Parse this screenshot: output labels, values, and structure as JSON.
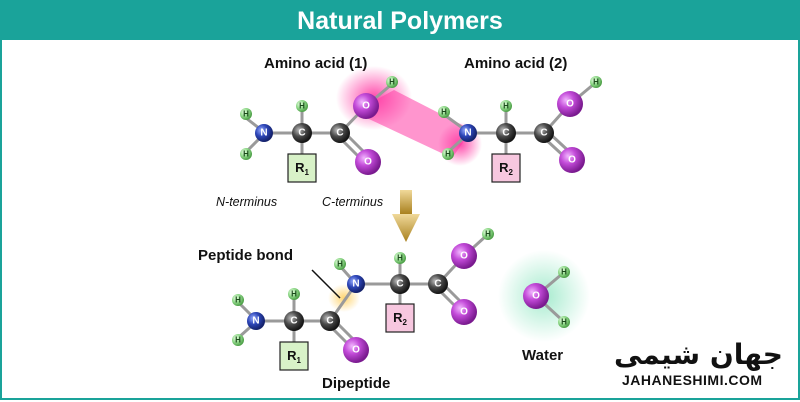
{
  "header": {
    "title": "Natural Polymers"
  },
  "labels": {
    "amino_acid_1": "Amino acid (1)",
    "amino_acid_2": "Amino acid (2)",
    "n_terminus": "N-terminus",
    "c_terminus": "C-terminus",
    "peptide_bond": "Peptide bond",
    "dipeptide": "Dipeptide",
    "water": "Water"
  },
  "atoms": {
    "h": "H",
    "n": "N",
    "c": "C",
    "o": "O",
    "r1": "R1",
    "r2": "R2"
  },
  "logo": {
    "persian": "جهان شیمی",
    "latin": "JAHANESHIMI.COM"
  },
  "colors": {
    "header_bg": "#1aa39a",
    "oxygen": "#b93ad0",
    "nitrogen": "#2a44b0",
    "carbon": "#3a3a3a",
    "hydrogen": "#8fd889",
    "r_group_1": "#d8f2c8",
    "r_group_2": "#f7c7df",
    "highlight": "#ff3ea5",
    "water_glow": "#9de9c9",
    "bond_glow": "#ffd36a",
    "arrow": "#c9a13a"
  }
}
